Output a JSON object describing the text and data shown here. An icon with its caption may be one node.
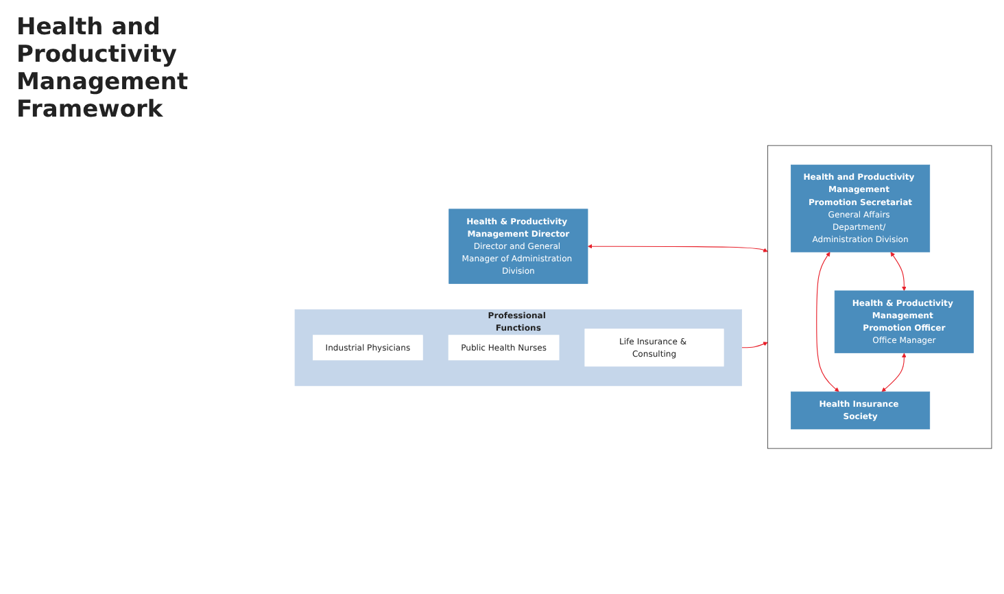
{
  "diagram": {
    "title": "Health and Productivity Management Framework",
    "nodes": [
      {
        "text": [
          "Health & Productivity Management Director",
          "Director and General Manager of Administration Division"
        ]
      },
      {
        "text": [
          "Professional Functions"
        ]
      },
      {
        "text": [
          "Industrial Physicians"
        ],
        "in": 1
      },
      {
        "text": [
          "Public Health Nurses"
        ],
        "in": 1
      },
      {
        "text": [
          "Life Insurance & Consulting"
        ],
        "in": 1
      },
      {
        "text": [],
        "shape": "box"
      },
      {
        "text": [
          "Health and Productivity Management Promotion Secretariat",
          "General Affairs Department/ Administration Division"
        ],
        "in": 5
      },
      {
        "text": [
          "Health & Productivity Management Promotion Officer",
          "Office Manager"
        ],
        "in": 5
      },
      {
        "text": [
          "Health Insurance Society"
        ],
        "in": 5
      }
    ],
    "edges": [
      {
        "from": 0,
        "to": 5,
        "arrow": "both"
      },
      {
        "from": 1,
        "to": 5,
        "arrow": "to"
      },
      {
        "from": 6,
        "to": 7,
        "arrow": "both"
      },
      {
        "from": 6,
        "to": 8,
        "arrow": "both"
      },
      {
        "from": 7,
        "to": 8,
        "arrow": "both"
      }
    ]
  }
}
